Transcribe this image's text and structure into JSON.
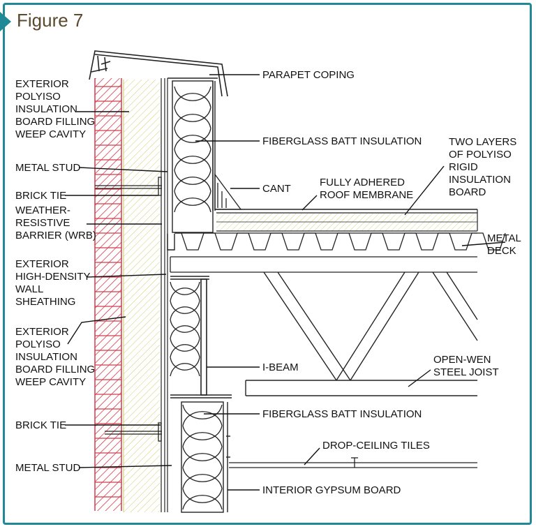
{
  "figure": {
    "title": "Figure 7"
  },
  "colors": {
    "frame": "#1f8a95",
    "brick": "#d43a4a",
    "insulation": "#c9cf6a",
    "line": "#222222",
    "title": "#5a4a2e"
  },
  "labels": {
    "ext_polyiso_top": [
      "EXTERIOR",
      "POLYISO",
      "INSULATION",
      "BOARD FILLING",
      "WEEP CAVITY"
    ],
    "metal_stud_top": "METAL STUD",
    "brick_tie_top": "BRICK TIE",
    "wrb": [
      "WEATHER-",
      "RESISTIVE",
      "BARRIER (WRB)"
    ],
    "sheathing": [
      "EXTERIOR",
      "HIGH-DENSITY",
      "WALL",
      "SHEATHING"
    ],
    "ext_polyiso_bottom": [
      "EXTERIOR",
      "POLYISO",
      "INSULATION",
      "BOARD FILLING",
      "WEEP CAVITY"
    ],
    "brick_tie_bottom": "BRICK TIE",
    "metal_stud_bottom": "METAL STUD",
    "parapet_coping": "PARAPET COPING",
    "fiberglass_top": "FIBERGLASS BATT INSULATION",
    "two_layers": [
      "TWO LAYERS",
      "OF POLYISO",
      "RIGID",
      "INSULATION",
      "BOARD"
    ],
    "cant": "CANT",
    "roof_membrane": [
      "FULLY ADHERED",
      "ROOF MEMBRANE"
    ],
    "metal_deck": [
      "METAL",
      "DECK"
    ],
    "i_beam": "I-BEAM",
    "joist": [
      "OPEN-WEN",
      "STEEL JOIST"
    ],
    "fiberglass_bottom": "FIBERGLASS BATT INSULATION",
    "drop_ceiling": "DROP-CEILING TILES",
    "gypsum": "INTERIOR GYPSUM BOARD"
  }
}
